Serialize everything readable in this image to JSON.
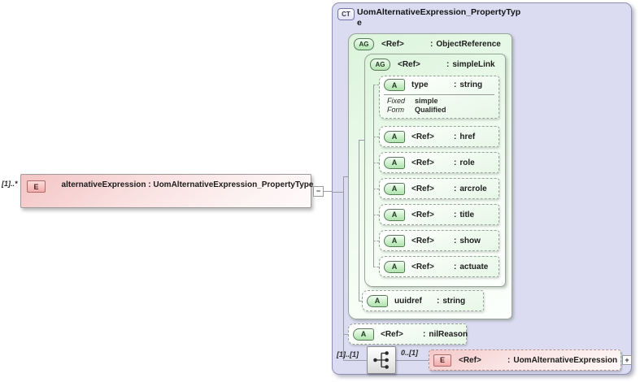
{
  "tokens": {
    "colon": ":",
    "collapse_glyph": "−",
    "expand_glyph": "+"
  },
  "source_element": {
    "cardinality": "[1]..*",
    "icon_label": "E",
    "label": "alternativeExpression : UomAlternativeExpression_PropertyType"
  },
  "complex_type": {
    "icon_label": "CT",
    "title": "UomAlternativeExpression_PropertyType",
    "object_reference_group": {
      "icon_label": "AG",
      "name": "<Ref>",
      "type": "ObjectReference"
    },
    "simple_link_group": {
      "icon_label": "AG",
      "name": "<Ref>",
      "type": "simpleLink"
    },
    "link_attributes": [
      {
        "icon_label": "A",
        "name": "type",
        "type": "string",
        "facets": [
          {
            "label": "Fixed",
            "value": "simple"
          },
          {
            "label": "Form",
            "value": "Qualified"
          }
        ]
      },
      {
        "icon_label": "A",
        "name": "<Ref>",
        "type": "href"
      },
      {
        "icon_label": "A",
        "name": "<Ref>",
        "type": "role"
      },
      {
        "icon_label": "A",
        "name": "<Ref>",
        "type": "arcrole"
      },
      {
        "icon_label": "A",
        "name": "<Ref>",
        "type": "title"
      },
      {
        "icon_label": "A",
        "name": "<Ref>",
        "type": "show"
      },
      {
        "icon_label": "A",
        "name": "<Ref>",
        "type": "actuate"
      }
    ],
    "uuidref_attribute": {
      "icon_label": "A",
      "name": "uuidref",
      "type": "string"
    },
    "nilreason_attribute": {
      "icon_label": "A",
      "name": "<Ref>",
      "type": "nilReason"
    },
    "content_model": {
      "compositor": "sequence",
      "cardinality": "[1]..[1]",
      "child_cardinality": "0..[1]",
      "element": {
        "icon_label": "E",
        "name": "<Ref>",
        "type": "UomAlternativeExpression"
      }
    }
  },
  "colors": {
    "element_pink": "#f5c6c6",
    "group_green": "#ddf3dd",
    "complex_type_lavender": "#dbdbf1",
    "line_gray": "#9b9ba8"
  }
}
